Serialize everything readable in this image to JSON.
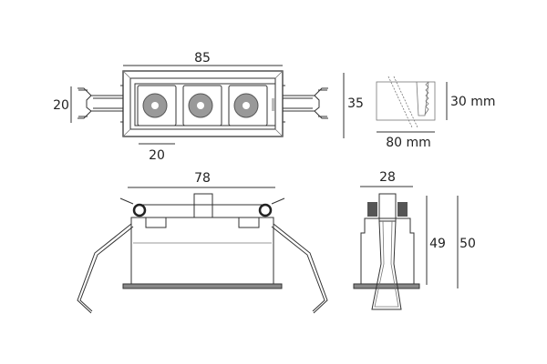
{
  "drawing": {
    "top_view": {
      "width_label": "85",
      "height_label": "20",
      "cell_label": "20",
      "depth_label": "35"
    },
    "cutout": {
      "height_label": "30 mm",
      "width_label": "80 mm"
    },
    "front_view": {
      "width_label": "78"
    },
    "side_view": {
      "width_label": "28",
      "body_height_label": "49",
      "total_height_label": "50"
    }
  },
  "colors": {
    "line": "#333333",
    "lens": "#999999"
  }
}
